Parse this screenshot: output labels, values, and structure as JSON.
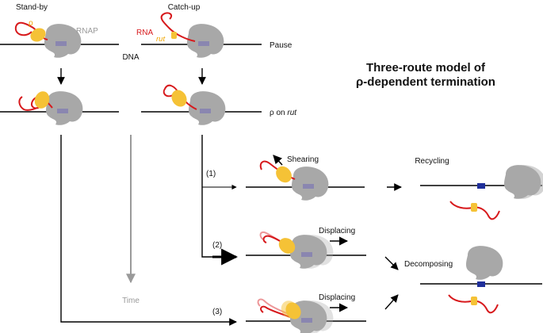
{
  "headers": {
    "standby": "Stand-by",
    "catchup": "Catch-up"
  },
  "labels": {
    "rho": "ρ",
    "rnap": "RNAP",
    "rna": "RNA",
    "rut": "rut",
    "dna": "DNA",
    "pause": "Pause",
    "rho_on_prefix": "ρ on ",
    "rho_on_rut": "rut",
    "time": "Time"
  },
  "title": {
    "line1": "Three-route model of",
    "line2": "ρ-dependent termination"
  },
  "routes": {
    "r1": "(1)",
    "r2": "(2)",
    "r3": "(3)",
    "shearing": "Shearing",
    "displacing_2": "Displacing",
    "displacing_3": "Displacing",
    "recycling": "Recycling",
    "decomposing": "Decomposing"
  },
  "colors": {
    "rna": "#d7191c",
    "rho": "#f5c236",
    "rnap": "#a8a8a8",
    "dna": "#000000",
    "active_site": "#8a86b0",
    "released_site": "#1f2f9a",
    "time_arrow": "#9a9a9a"
  }
}
